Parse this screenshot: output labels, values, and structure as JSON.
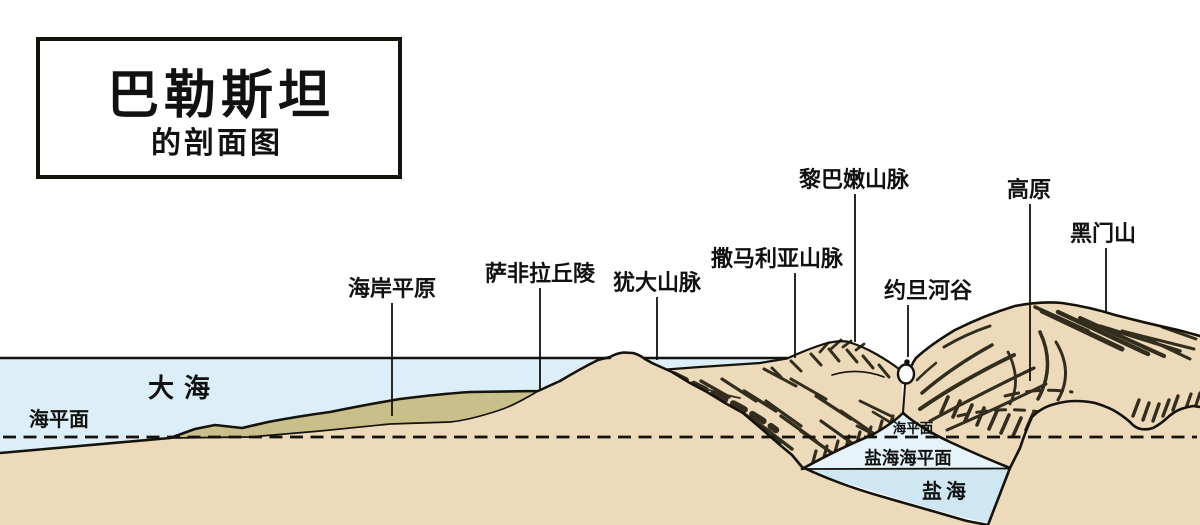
{
  "title": {
    "main": "巴勒斯坦",
    "sub": "的剖面图"
  },
  "labels": {
    "coastal_plain": "海岸平原",
    "shephelah_hills": "萨非拉丘陵",
    "judean_mountains": "犹大山脉",
    "samaria_mountains": "撒马利亚山脉",
    "lebanon_mountains": "黎巴嫩山脉",
    "jordan_valley": "约旦河谷",
    "plateau": "高原",
    "mount_hermon": "黑门山"
  },
  "water": {
    "sea": "大海",
    "sea_level": "海平面",
    "salt_sea_level_marker": "海平面",
    "salt_sea_surface": "盐海海平面",
    "salt_sea": "盐海"
  },
  "colors": {
    "background": "#ffffff",
    "land": "#ecdabb",
    "coastal_plain": "#c9bf8b",
    "sea": "#dceef8",
    "salt_sea_upper": "#e6f3fa",
    "salt_sea_lower": "#cfe7f3",
    "outline": "#15120b",
    "hatch": "#241f10",
    "text": "#111111"
  }
}
